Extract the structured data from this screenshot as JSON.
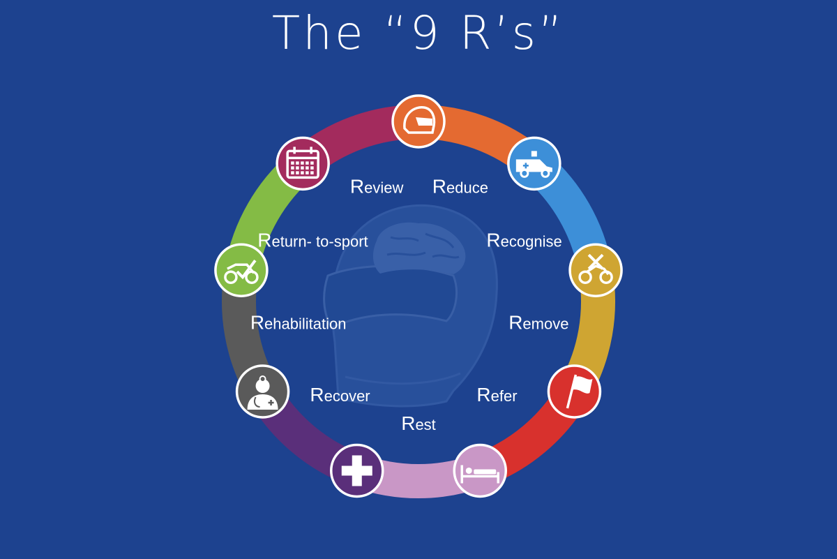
{
  "title": "The “9 R’s”",
  "steps": [
    {
      "label": "Reduce",
      "color": "#e46a31",
      "icon": "helmet-icon"
    },
    {
      "label": "Recognise",
      "color": "#3d8fd8",
      "icon": "ambulance-icon"
    },
    {
      "label": "Remove",
      "color": "#cfa532",
      "icon": "no-motorcycle-icon"
    },
    {
      "label": "Refer",
      "color": "#d8312d",
      "icon": "flag-icon"
    },
    {
      "label": "Rest",
      "color": "#c997c6",
      "icon": "bed-icon"
    },
    {
      "label": "Recover",
      "color": "#5a2f7a",
      "icon": "medical-cross-icon"
    },
    {
      "label": "Rehabilitation",
      "color": "#5a5a5a",
      "icon": "doctor-icon"
    },
    {
      "label": "Return- to-sport",
      "color": "#84bb45",
      "icon": "motorcycle-check-icon"
    },
    {
      "label": "Review",
      "color": "#a32b5d",
      "icon": "calendar-icon"
    }
  ],
  "colors": {
    "background": "#1d428f",
    "separator": "#1d428f",
    "icon_border": "#ffffff",
    "text": "#ffffff"
  }
}
